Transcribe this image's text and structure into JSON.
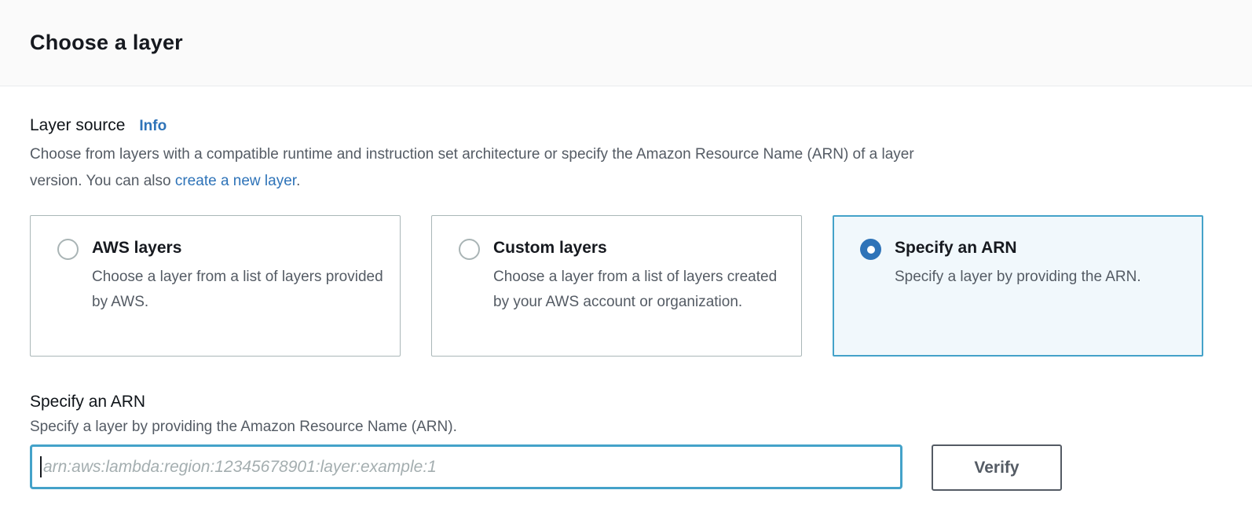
{
  "header": {
    "title": "Choose a layer"
  },
  "layer_source": {
    "label": "Layer source",
    "info_link": "Info",
    "description_line1": "Choose from layers with a compatible runtime and instruction set architecture or specify the Amazon Resource Name (ARN) of a layer",
    "description_line2_prefix": "version. You can also ",
    "create_layer_link": "create a new layer",
    "description_line2_suffix": "."
  },
  "options": [
    {
      "title": "AWS layers",
      "description": "Choose a layer from a list of layers provided by AWS.",
      "selected": false
    },
    {
      "title": "Custom layers",
      "description": "Choose a layer from a list of layers created by your AWS account or organization.",
      "selected": false
    },
    {
      "title": "Specify an ARN",
      "description": "Specify a layer by providing the ARN.",
      "selected": true
    }
  ],
  "arn_form": {
    "label": "Specify an ARN",
    "description": "Specify a layer by providing the Amazon Resource Name (ARN).",
    "input_value": "",
    "input_placeholder": "arn:aws:lambda:region:12345678901:layer:example:1",
    "verify_button": "Verify"
  },
  "colors": {
    "link_blue": "#2e73b8",
    "radio_selected_blue": "#2e73b8",
    "focus_border_blue": "#44a2c9",
    "selected_card_background": "#f1f8fc",
    "text_dark": "#16191f",
    "text_gray": "#545b64",
    "card_border_gray": "#aab7b8"
  }
}
